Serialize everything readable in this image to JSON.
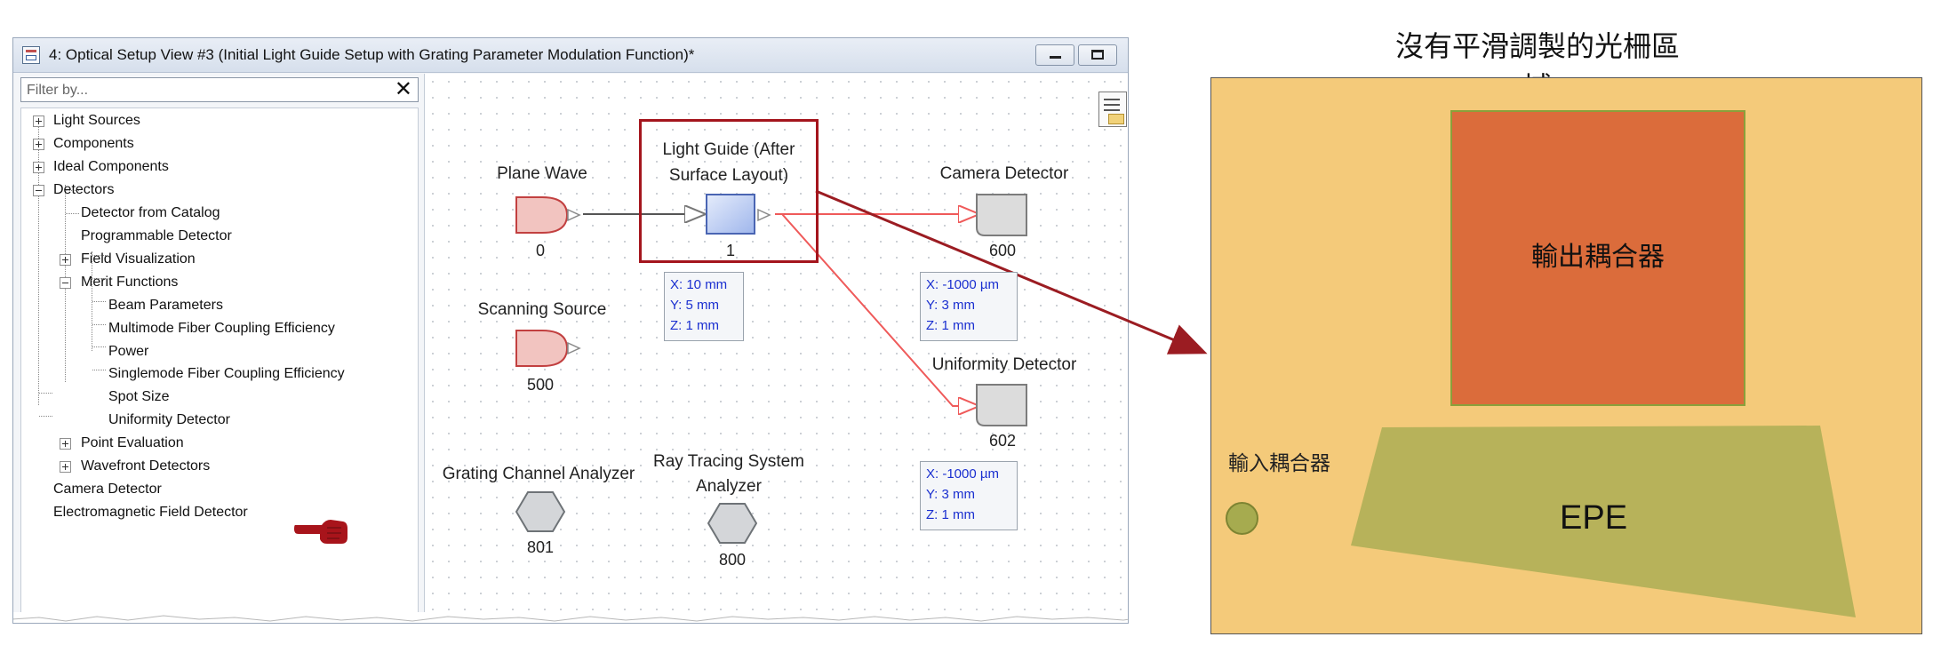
{
  "window": {
    "title": "4: Optical Setup View #3 (Initial Light Guide Setup with Grating Parameter Modulation Function)*",
    "filter_placeholder": "Filter by..."
  },
  "tree": {
    "light_sources": "Light Sources",
    "components": "Components",
    "ideal_components": "Ideal Components",
    "detectors": "Detectors",
    "detector_from_catalog": "Detector from Catalog",
    "programmable_detector": "Programmable Detector",
    "field_visualization": "Field Visualization",
    "merit_functions": "Merit Functions",
    "beam_parameters": "Beam Parameters",
    "multimode_fiber": "Multimode Fiber Coupling Efficiency",
    "power": "Power",
    "singlemode_fiber": "Singlemode Fiber Coupling Efficiency",
    "spot_size": "Spot Size",
    "uniformity_detector": "Uniformity Detector",
    "point_evaluation": "Point Evaluation",
    "wavefront_detectors": "Wavefront Detectors",
    "camera_detector": "Camera Detector",
    "em_field_detector": "Electromagnetic Field Detector"
  },
  "nodes": {
    "plane_wave": {
      "label": "Plane Wave",
      "id": "0"
    },
    "light_guide": {
      "label_line1": "Light Guide (After",
      "label_line2": "Surface Layout)",
      "id": "1",
      "coords": {
        "x": "X: 10 mm",
        "y": "Y: 5 mm",
        "z": "Z: 1 mm"
      }
    },
    "camera_detector": {
      "label": "Camera Detector",
      "id": "600",
      "coords": {
        "x": "X: -1000 µm",
        "y": "Y: 3 mm",
        "z": "Z: 1 mm"
      }
    },
    "scanning_source": {
      "label": "Scanning Source",
      "id": "500"
    },
    "uniformity_detector": {
      "label": "Uniformity Detector",
      "id": "602",
      "coords": {
        "x": "X: -1000 µm",
        "y": "Y: 3 mm",
        "z": "Z: 1 mm"
      }
    },
    "grating_analyzer": {
      "label": "Grating Channel Analyzer",
      "id": "801"
    },
    "ray_tracing_analyzer": {
      "label_line1": "Ray Tracing System",
      "label_line2": "Analyzer",
      "id": "800"
    }
  },
  "diagram": {
    "title": "沒有平滑調製的光柵區域",
    "output_coupler": "輸出耦合器",
    "input_coupler": "輸入耦合器",
    "epe": "EPE"
  },
  "colors": {
    "highlight": "#a4151d",
    "grating_area": "#f4ca7a",
    "output_coupler": "#db6c3b",
    "epe": "#b7b25a",
    "source": "#f2c4c0",
    "coords_text": "#1a2fd0"
  }
}
